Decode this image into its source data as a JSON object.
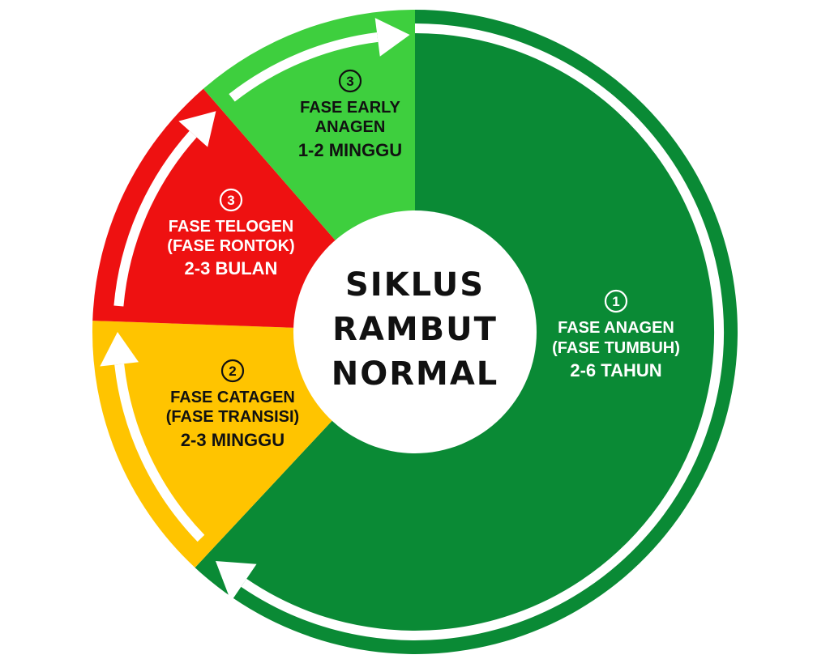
{
  "center": {
    "lines": [
      "SIKLUS",
      "RAMBUT",
      "NORMAL"
    ]
  },
  "phases": [
    {
      "key": "anagen",
      "number": "1",
      "name_lines": [
        "FASE ANAGEN",
        "(FASE TUMBUH)"
      ],
      "duration": "2-6 TAHUN",
      "color": "#0a8a35",
      "text_color": "#ffffff"
    },
    {
      "key": "catagen",
      "number": "2",
      "name_lines": [
        "FASE CATAGEN",
        "(FASE TRANSISI)"
      ],
      "duration": "2-3 MINGGU",
      "color": "#ffc400",
      "text_color": "#111111"
    },
    {
      "key": "telogen",
      "number": "3",
      "name_lines": [
        "FASE TELOGEN",
        "(FASE RONTOK)"
      ],
      "duration": "2-3 BULAN",
      "color": "#ee1111",
      "text_color": "#ffffff"
    },
    {
      "key": "early-anagen",
      "number": "3",
      "name_lines": [
        "FASE EARLY",
        "ANAGEN"
      ],
      "duration": "1-2 MINGGU",
      "color": "#3ecf3e",
      "text_color": "#111111"
    }
  ],
  "colors": {
    "background": "#ffffff",
    "arrow": "#ffffff",
    "center_fill": "#ffffff",
    "center_text": "#111111"
  }
}
